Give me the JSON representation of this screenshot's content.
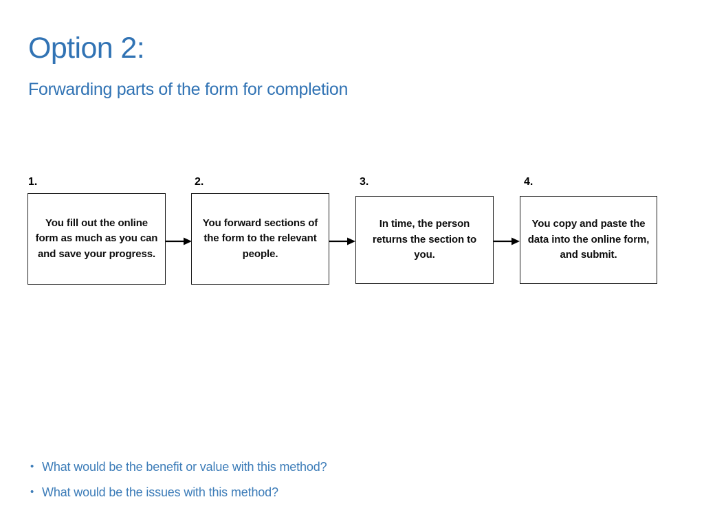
{
  "slide": {
    "title": "Option 2:",
    "subtitle": "Forwarding parts of the form for completion",
    "accent_color": "#3173b4",
    "bullet_color": "#3c7cb8",
    "box_border_color": "#1a1a1a",
    "box_text_color": "#0d0d0d",
    "background_color": "#ffffff"
  },
  "flow": {
    "type": "linear-process",
    "connector": "arrow-right",
    "steps": [
      {
        "number": "1.",
        "text": "You fill out the online form as much as you can and save your progress."
      },
      {
        "number": "2.",
        "text": "You forward sections of the form to the relevant people."
      },
      {
        "number": "3.",
        "text": "In time, the person returns the section to you."
      },
      {
        "number": "4.",
        "text": "You copy and paste the data into the online form, and submit."
      }
    ]
  },
  "questions": {
    "bullet_glyph": "•",
    "items": [
      {
        "text": "What would be the benefit or value with this method?"
      },
      {
        "text": "What would be the issues with this method?"
      }
    ]
  }
}
